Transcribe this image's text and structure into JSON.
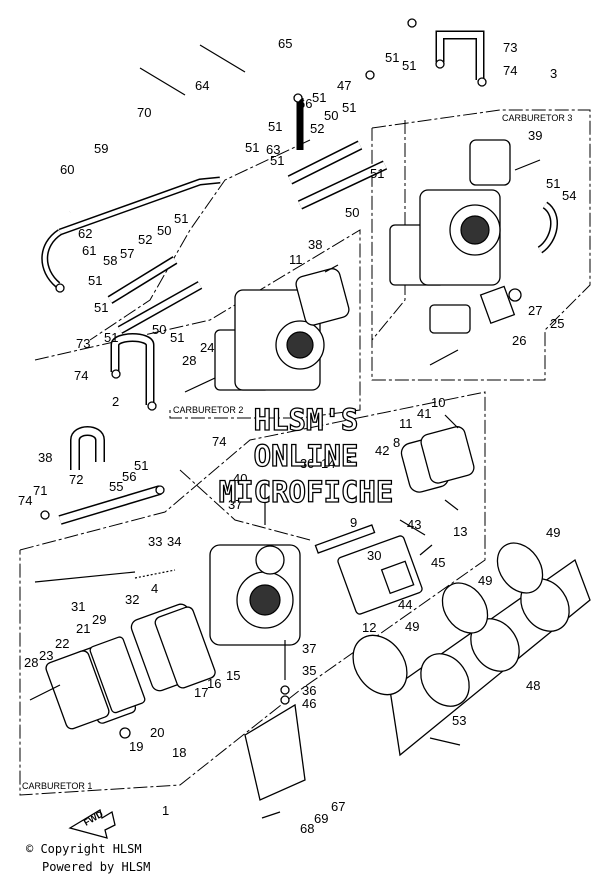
{
  "section_labels": {
    "carburetor_3": "CARBURETOR 3",
    "carburetor_2": "CARBURETOR 2",
    "carburetor_1": "CARBURETOR 1"
  },
  "watermark": [
    "HLSM'S",
    "ONLINE",
    "MICROFICHE"
  ],
  "footer": {
    "copyright": "© Copyright HLSM",
    "powered": "Powered by HLSM"
  },
  "fwd_label": "FWD",
  "callouts": [
    "65",
    "73",
    "74",
    "51",
    "3",
    "64",
    "51",
    "47",
    "66",
    "51",
    "70",
    "52",
    "50",
    "51",
    "51",
    "51",
    "39",
    "63",
    "59",
    "60",
    "51",
    "51",
    "50",
    "54",
    "51",
    "62",
    "52",
    "50",
    "51",
    "61",
    "57",
    "58",
    "51",
    "38",
    "11",
    "51",
    "51",
    "26",
    "27",
    "25",
    "50",
    "51",
    "73",
    "24",
    "28",
    "74",
    "2",
    "74",
    "38",
    "10",
    "11",
    "41",
    "8",
    "42",
    "5",
    "14",
    "30",
    "40",
    "72",
    "56",
    "71",
    "55",
    "74",
    "51",
    "13",
    "9",
    "43",
    "45",
    "37",
    "33",
    "34",
    "30",
    "49",
    "4",
    "31",
    "32",
    "12",
    "44",
    "29",
    "21",
    "22",
    "23",
    "37",
    "35",
    "28",
    "15",
    "16",
    "17",
    "20",
    "19",
    "18",
    "36",
    "46",
    "49",
    "48",
    "49",
    "53",
    "1",
    "67",
    "69",
    "68"
  ]
}
